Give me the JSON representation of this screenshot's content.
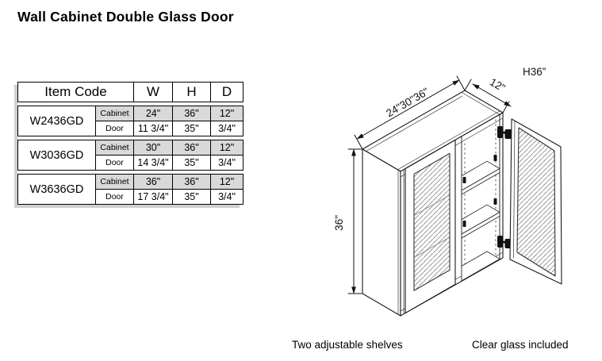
{
  "page": {
    "title": "Wall Cabinet Double Glass Door"
  },
  "table": {
    "headers": {
      "item_code": "Item Code",
      "w": "W",
      "h": "H",
      "d": "D"
    },
    "row_labels": {
      "cabinet": "Cabinet",
      "door": "Door"
    },
    "groups": [
      {
        "code": "W2436GD",
        "cabinet": {
          "w": "24\"",
          "h": "36\"",
          "d": "12\""
        },
        "door": {
          "w": "11 3/4\"",
          "h": "35\"",
          "d": "3/4\""
        }
      },
      {
        "code": "W3036GD",
        "cabinet": {
          "w": "30\"",
          "h": "36\"",
          "d": "12\""
        },
        "door": {
          "w": "14 3/4\"",
          "h": "35\"",
          "d": "3/4\""
        }
      },
      {
        "code": "W3636GD",
        "cabinet": {
          "w": "36\"",
          "h": "36\"",
          "d": "12\""
        },
        "door": {
          "w": "17 3/4\"",
          "h": "35\"",
          "d": "3/4\""
        }
      }
    ]
  },
  "diagram": {
    "labels": {
      "height_annotation": "H36”",
      "width": "24\"30\"36\"",
      "depth": "12\"",
      "height": "36\""
    },
    "captions": {
      "shelves": "Two adjustable shelves",
      "glass": "Clear glass included"
    }
  },
  "colors": {
    "row_shade": "#d9d9d9",
    "table_shadow": "#cfcfcf",
    "line": "#1a1a1a",
    "hatch": "#9a9a9a"
  }
}
